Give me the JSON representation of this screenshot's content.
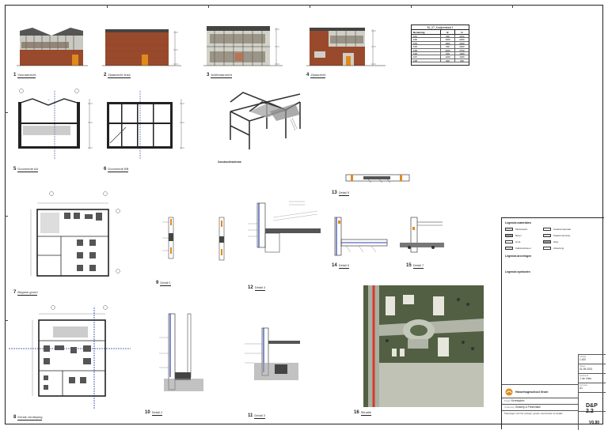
{
  "sheet": {
    "code": "D&P 2.2",
    "version": "V0.90"
  },
  "views": [
    {
      "num": "1",
      "label": "Vooraanzicht"
    },
    {
      "num": "2",
      "label": "Zijaanzicht links"
    },
    {
      "num": "3",
      "label": "Achteraanzicht"
    },
    {
      "num": "4",
      "label": "Zijaanzicht"
    },
    {
      "num": "5",
      "label": "Doorsnede AA"
    },
    {
      "num": "6",
      "label": "Doorsnede BB"
    },
    {
      "num": "7",
      "label": "Begane grond"
    },
    {
      "num": "8",
      "label": "Eerste verdieping"
    },
    {
      "num": "9",
      "label": "Detail 1"
    },
    {
      "num": "10",
      "label": "Detail 2"
    },
    {
      "num": "11",
      "label": "Detail 3"
    },
    {
      "num": "12",
      "label": "Detail 4"
    },
    {
      "num": "13",
      "label": "Detail 5"
    },
    {
      "num": "14",
      "label": "Detail 6"
    },
    {
      "num": "15",
      "label": "Detail 7"
    },
    {
      "num": "16",
      "label": "Situatie"
    }
  ],
  "construction_label": "Constructieschema",
  "schedule": {
    "title": "BL_07_Kozijnenstaat 1",
    "col1": "Benaming",
    "col2": "B",
    "col3": "H",
    "rows": [
      [
        "K01",
        "900",
        "2100"
      ],
      [
        "K02",
        "1200",
        "2400"
      ],
      [
        "K03",
        "1800",
        "2400"
      ],
      [
        "K04",
        "900",
        "2400"
      ],
      [
        "K05",
        "2400",
        "2700"
      ],
      [
        "K06",
        "600",
        "1200"
      ],
      [
        "K07",
        "1200",
        "1200"
      ],
      [
        "K08",
        "900",
        "900"
      ]
    ]
  },
  "legend": {
    "title": "Legenda materialen",
    "items": [
      "Metselwerk",
      "Isolatiemateriaal",
      "Beton",
      "Staalconstructie",
      "Hout",
      "Glas",
      "Kalkzandsteen",
      "Afwerking"
    ],
    "title2": "Legenda arceringen",
    "title3": "Legenda symbolen"
  },
  "titleblock": {
    "company": "Hanzehogeschool Groni",
    "project_label": "Project",
    "project": "Kennisplein",
    "subject_label": "Onderwerp",
    "subject": "Ontwerp & Presentatie",
    "desc": "Tekeningen van het ontwerp, gevels, doorsneden en details",
    "scale_label": "Schaal",
    "scale": "1:100",
    "date_label": "Datum",
    "date": "01-09-2021",
    "drawn_label": "Getekend",
    "drawn": "J. de Vries",
    "format_label": "Formaat",
    "format": "A1"
  },
  "colors": {
    "brick": "#9a4a2c",
    "steel_blue": "#2a3fa8",
    "accent_orange": "#e08a1c",
    "red_line": "#d63a2f",
    "site_green": "#5c6a4c"
  }
}
